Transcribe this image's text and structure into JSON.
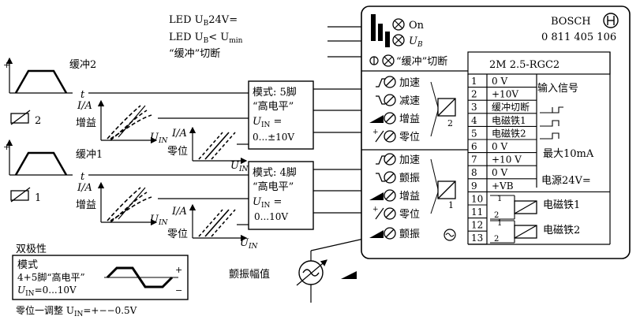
{
  "signals": {
    "led_ub_24v": "LED U",
    "led_ub_24v_sub": "B",
    "led_ub_24v_tail": "24V=",
    "led_ub_min": "LED U",
    "led_ub_min_sub": "B",
    "led_ub_min_mid": "< U",
    "led_ub_min_sub2": "min",
    "buffer_off": "“缓冲”切断"
  },
  "ramp_graphs": [
    {
      "label": "缓冲2",
      "axis_t": "t",
      "marker": "2"
    },
    {
      "label": "缓冲1",
      "axis_t": "t",
      "marker": "1"
    }
  ],
  "gain_graphs": [
    {
      "y_label": "I/A",
      "gain": "增益",
      "x_label": "U",
      "x_sub": "IN"
    },
    {
      "y_label": "I/A",
      "gain": "增益",
      "x_label": "U",
      "x_sub": "IN"
    }
  ],
  "zero_graphs": [
    {
      "y_label": "I/A",
      "zero": "零位",
      "x_label": "U",
      "x_sub": "IN"
    },
    {
      "y_label": "I/A",
      "zero": "零位",
      "x_label": "U",
      "x_sub": "IN"
    }
  ],
  "mode_boxes": [
    {
      "line1": "模式: 5脚",
      "line2": "“高电平”",
      "line3": "U",
      "line3_sub": "IN",
      "line3_tail": " =",
      "line4": "0...±10V"
    },
    {
      "line1": "模式: 4脚",
      "line2": "“高电平”",
      "line3": "U",
      "line3_sub": "IN",
      "line3_tail": " =",
      "line4": "0...10V"
    }
  ],
  "bipolar": {
    "title": "双极性",
    "mode": "模式",
    "pins": "4+5脚“高电平”",
    "uin": "U",
    "uin_sub": "IN",
    "uin_tail": "=0...10V",
    "plus": "+",
    "minus": "−",
    "zero_adjust": "零位一调整 U",
    "zero_adjust_sub": "IN",
    "zero_adjust_tail": "=+−−0.5V"
  },
  "dither_amp": "颤振幅值",
  "device": {
    "brand": "BOSCH",
    "part_number": "0 811 405 106",
    "model": "2M 2.5-RGC2",
    "on": "On",
    "ub": "U",
    "ub_sub": "B",
    "buffer_off": "“缓冲”切断",
    "group2": [
      {
        "label": "加速"
      },
      {
        "label": "减速"
      },
      {
        "label": "增益"
      },
      {
        "label": "零位"
      }
    ],
    "group1": [
      {
        "label": "加速"
      },
      {
        "label": "颤振"
      },
      {
        "label": "增益"
      },
      {
        "label": "零位"
      }
    ],
    "dither": "颤振",
    "ch2": "2",
    "ch1": "1"
  },
  "terminals": {
    "rows": [
      {
        "n": "1",
        "v": "0 V"
      },
      {
        "n": "2",
        "v": "+10V"
      },
      {
        "n": "3",
        "v": "缓冲切断"
      },
      {
        "n": "4",
        "v": "电磁铁1"
      },
      {
        "n": "5",
        "v": "电磁铁2"
      },
      {
        "n": "6",
        "v": "0 V"
      },
      {
        "n": "7",
        "v": "+10 V"
      },
      {
        "n": "8",
        "v": "0 V"
      },
      {
        "n": "9",
        "v": "+VB"
      },
      {
        "n": "10",
        "v": ""
      },
      {
        "n": "11",
        "v": ""
      },
      {
        "n": "12",
        "v": ""
      },
      {
        "n": "13",
        "v": ""
      }
    ],
    "input_signal": "输入信号",
    "max_current": "最大10mA",
    "power": "电源24V=",
    "solenoid1": "电磁铁1",
    "solenoid2": "电磁铁2",
    "coil_1": "1",
    "coil_2": "2"
  }
}
